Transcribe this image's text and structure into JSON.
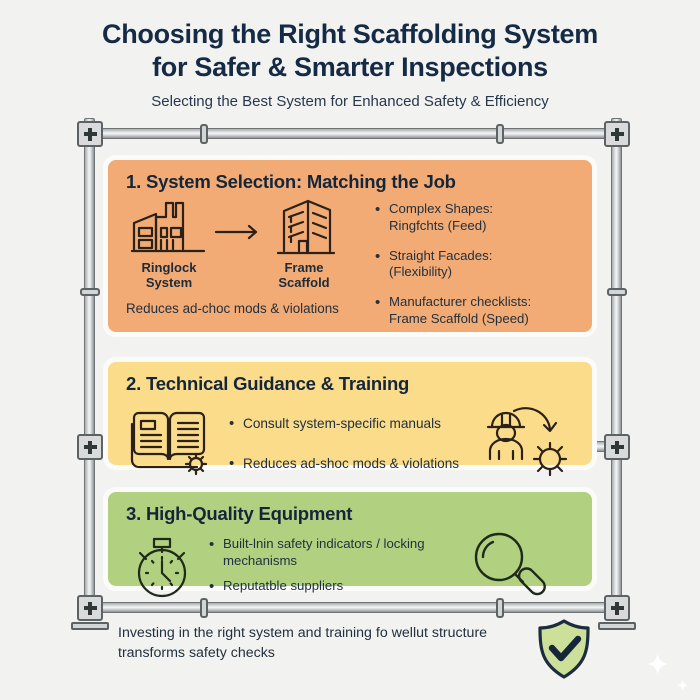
{
  "header": {
    "title_line1": "Choosing the Right Scaffolding System",
    "title_line2": "for Safer & Smarter Inspections",
    "subtitle": "Selecting the Best System for Enhanced Safety & Efficiency"
  },
  "panels": [
    {
      "number_title": "1. System Selection: Matching the Job",
      "color": "#f2ab74",
      "icon_left": "factory-icon",
      "icon_left_label_line1": "Ringlock",
      "icon_left_label_line2": "System",
      "icon_arrow": "arrow-right-icon",
      "icon_right": "office-building-icon",
      "icon_right_label_line1": "Frame",
      "icon_right_label_line2": "Scaffold",
      "note": "Reduces ad-choc mods & violations",
      "bullets": [
        {
          "head": "Complex Shapes:",
          "sub": "Ringfchts (Feed)"
        },
        {
          "head": "Straight Facades:",
          "sub": "(Flexibility)"
        },
        {
          "head": "Manufacturer checklists:",
          "sub": "Frame Scaffold (Speed)"
        }
      ]
    },
    {
      "number_title": "2. Technical Guidance & Training",
      "color": "#fadc8a",
      "icon_left": "open-book-gear-icon",
      "icon_right": "worker-gear-arrow-icon",
      "bullets": [
        {
          "head": "Consult system-specific manuals",
          "sub": ""
        },
        {
          "head": "Reduces ad-shoc mods & violations",
          "sub": ""
        }
      ]
    },
    {
      "number_title": "3. High-Quality Equipment",
      "color": "#b2d180",
      "icon_left": "stopwatch-icon",
      "icon_right": "magnifying-glass-icon",
      "bullets": [
        {
          "head": "Built-lnin safety indicators / locking",
          "sub": "mechanisms"
        },
        {
          "head": "Reputatble suppliers",
          "sub": ""
        }
      ]
    }
  ],
  "footer": {
    "line1": "Investing in the right system and training fo wellut structure",
    "line2": "transforms safety checks",
    "icon": "shield-check-icon"
  },
  "colors": {
    "background": "#f2f2f0",
    "title": "#152b45",
    "panel1": "#f2ab74",
    "panel2": "#fadc8a",
    "panel3": "#b2d180",
    "scaffold_metal": "#d8dadb",
    "scaffold_outline": "#5d6265",
    "shield_fill": "#cde09a",
    "shield_stroke": "#1c2c3f"
  }
}
